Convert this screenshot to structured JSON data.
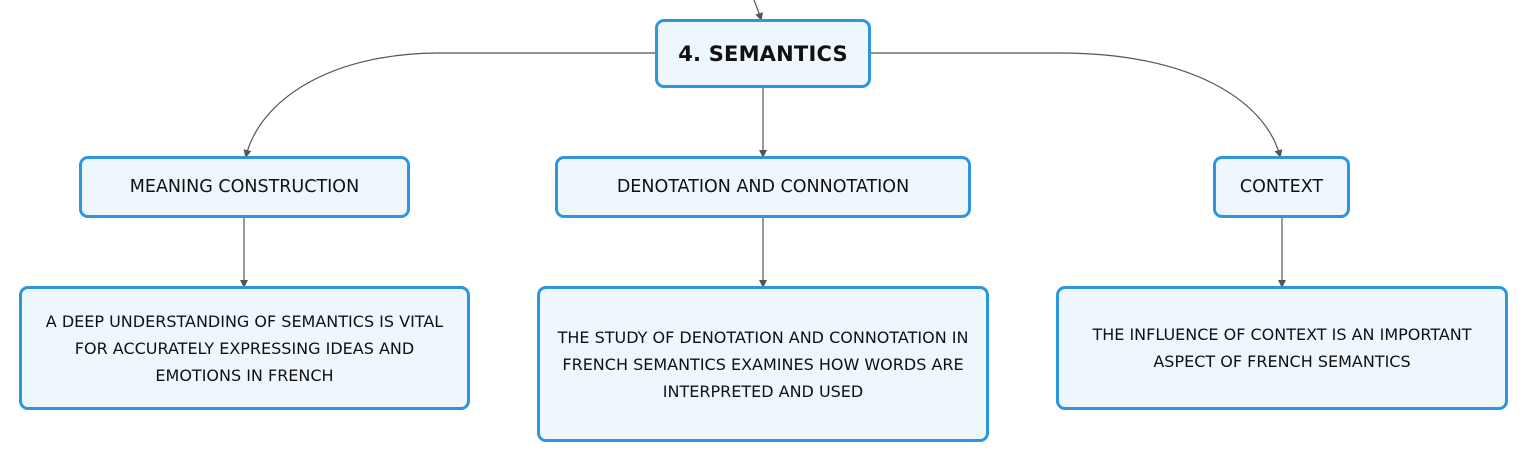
{
  "diagram": {
    "root": {
      "label": "4. SEMANTICS"
    },
    "branches": [
      {
        "label": "MEANING CONSTRUCTION",
        "detail": "A DEEP UNDERSTANDING OF SEMANTICS IS VITAL FOR ACCURATELY EXPRESSING IDEAS AND EMOTIONS IN FRENCH"
      },
      {
        "label": "DENOTATION AND CONNOTATION",
        "detail": "THE STUDY OF DENOTATION AND CONNOTATION IN FRENCH SEMANTICS EXAMINES HOW WORDS ARE INTERPRETED AND USED"
      },
      {
        "label": "CONTEXT",
        "detail": "THE INFLUENCE OF CONTEXT IS AN IMPORTANT ASPECT OF FRENCH SEMANTICS"
      }
    ],
    "colors": {
      "node_border": "#2f95dc",
      "node_fill": "#eef7fd",
      "connector": "#555555",
      "text": "#111111"
    }
  }
}
